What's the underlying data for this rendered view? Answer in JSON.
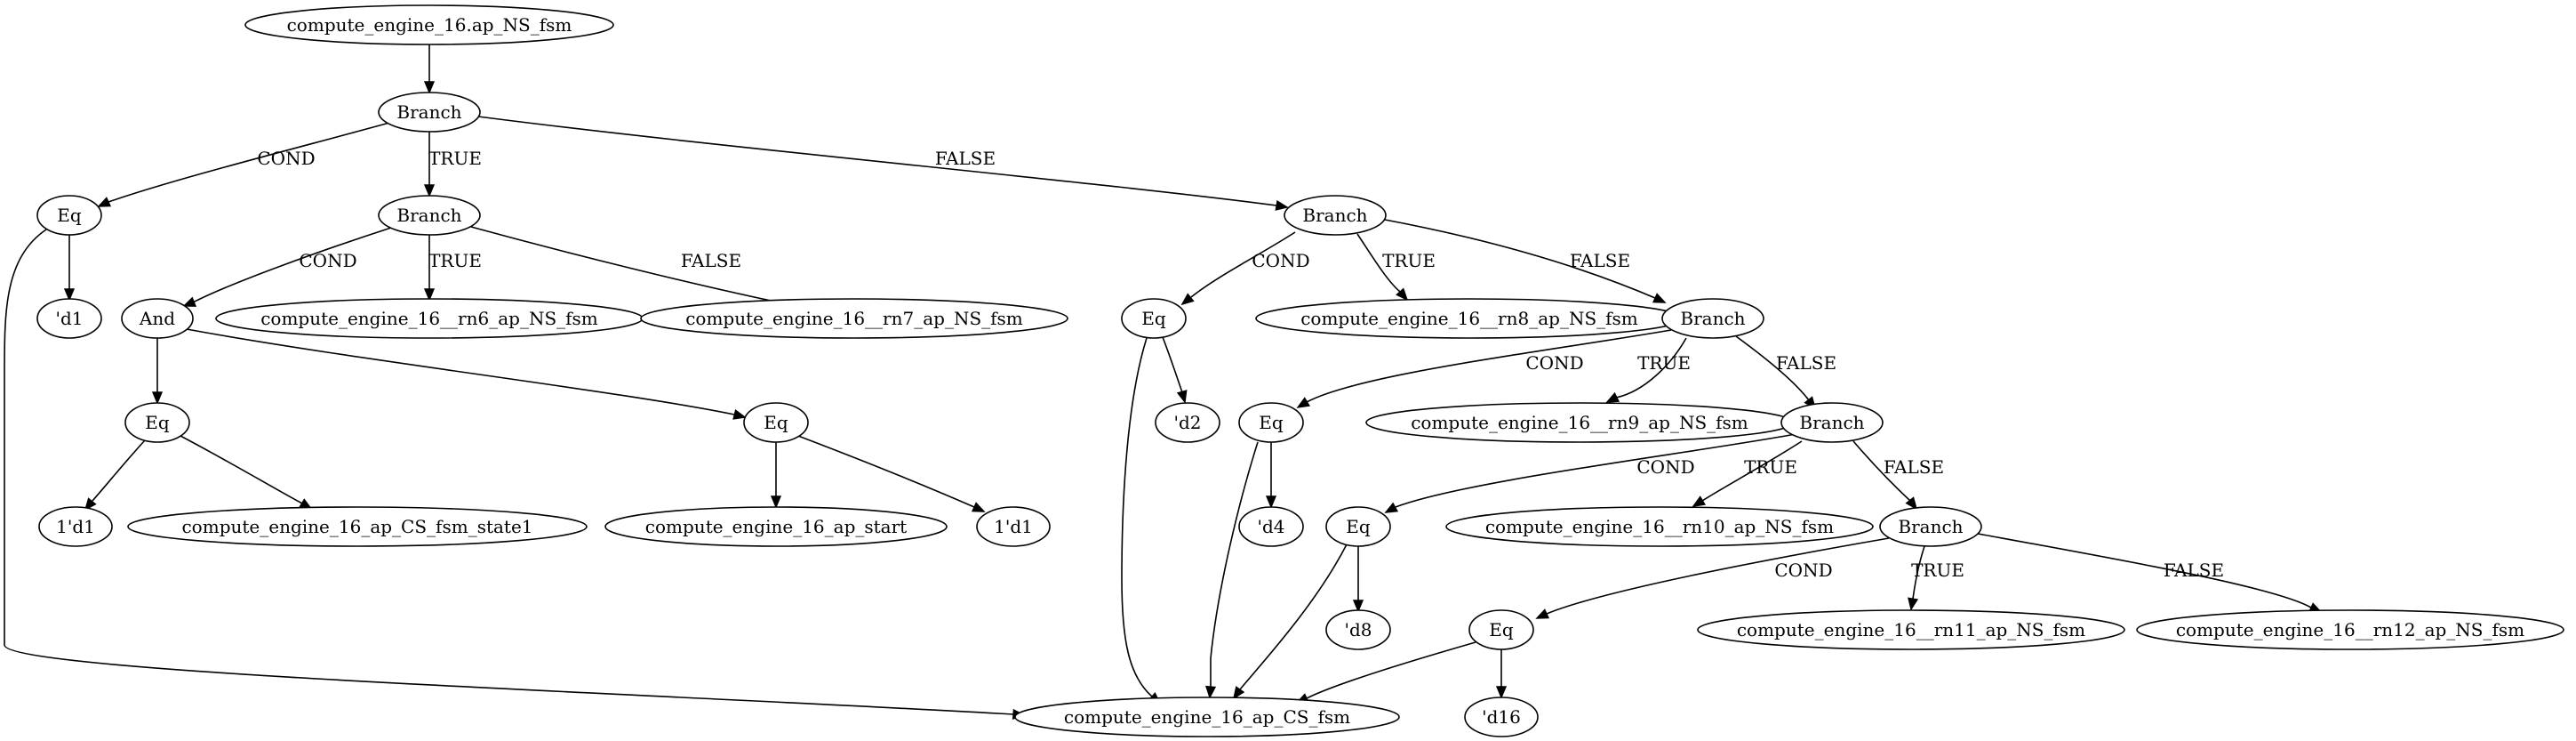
{
  "nodes": [
    {
      "id": "root",
      "label": "compute_engine_16.ap_NS_fsm"
    },
    {
      "id": "br1",
      "label": "Branch"
    },
    {
      "id": "eq1",
      "label": "Eq"
    },
    {
      "id": "br2",
      "label": "Branch"
    },
    {
      "id": "br3",
      "label": "Branch"
    },
    {
      "id": "d1",
      "label": "'d1"
    },
    {
      "id": "and1",
      "label": "And"
    },
    {
      "id": "rn6",
      "label": "compute_engine_16__rn6_ap_NS_fsm"
    },
    {
      "id": "rn7",
      "label": "compute_engine_16__rn7_ap_NS_fsm"
    },
    {
      "id": "eq2",
      "label": "Eq"
    },
    {
      "id": "rn8",
      "label": "compute_engine_16__rn8_ap_NS_fsm"
    },
    {
      "id": "br4",
      "label": "Branch"
    },
    {
      "id": "eq3",
      "label": "Eq"
    },
    {
      "id": "eq4",
      "label": "Eq"
    },
    {
      "id": "d2",
      "label": "'d2"
    },
    {
      "id": "eq5",
      "label": "Eq"
    },
    {
      "id": "rn9",
      "label": "compute_engine_16__rn9_ap_NS_fsm"
    },
    {
      "id": "br5",
      "label": "Branch"
    },
    {
      "id": "one_d1_a",
      "label": "1'd1"
    },
    {
      "id": "cs_state1",
      "label": "compute_engine_16_ap_CS_fsm_state1"
    },
    {
      "id": "ap_start",
      "label": "compute_engine_16_ap_start"
    },
    {
      "id": "one_d1_b",
      "label": "1'd1"
    },
    {
      "id": "d4",
      "label": "'d4"
    },
    {
      "id": "eq6",
      "label": "Eq"
    },
    {
      "id": "rn10",
      "label": "compute_engine_16__rn10_ap_NS_fsm"
    },
    {
      "id": "br6",
      "label": "Branch"
    },
    {
      "id": "d8",
      "label": "'d8"
    },
    {
      "id": "eq7",
      "label": "Eq"
    },
    {
      "id": "rn11",
      "label": "compute_engine_16__rn11_ap_NS_fsm"
    },
    {
      "id": "rn12",
      "label": "compute_engine_16__rn12_ap_NS_fsm"
    },
    {
      "id": "d16",
      "label": "'d16"
    },
    {
      "id": "cs_fsm",
      "label": "compute_engine_16_ap_CS_fsm"
    }
  ],
  "edges": [
    {
      "from": "root",
      "to": "br1",
      "label": ""
    },
    {
      "from": "br1",
      "to": "eq1",
      "label": "COND"
    },
    {
      "from": "br1",
      "to": "br2",
      "label": "TRUE"
    },
    {
      "from": "br1",
      "to": "br3",
      "label": "FALSE"
    },
    {
      "from": "eq1",
      "to": "d1",
      "label": ""
    },
    {
      "from": "eq1",
      "to": "cs_fsm",
      "label": ""
    },
    {
      "from": "br2",
      "to": "and1",
      "label": "COND"
    },
    {
      "from": "br2",
      "to": "rn6",
      "label": "TRUE"
    },
    {
      "from": "br2",
      "to": "rn7",
      "label": "FALSE"
    },
    {
      "from": "and1",
      "to": "eq3",
      "label": ""
    },
    {
      "from": "and1",
      "to": "eq4",
      "label": ""
    },
    {
      "from": "eq3",
      "to": "one_d1_a",
      "label": ""
    },
    {
      "from": "eq3",
      "to": "cs_state1",
      "label": ""
    },
    {
      "from": "eq4",
      "to": "ap_start",
      "label": ""
    },
    {
      "from": "eq4",
      "to": "one_d1_b",
      "label": ""
    },
    {
      "from": "br3",
      "to": "eq2",
      "label": "COND"
    },
    {
      "from": "br3",
      "to": "rn8",
      "label": "TRUE"
    },
    {
      "from": "br3",
      "to": "br4",
      "label": "FALSE"
    },
    {
      "from": "eq2",
      "to": "d2",
      "label": ""
    },
    {
      "from": "eq2",
      "to": "cs_fsm",
      "label": ""
    },
    {
      "from": "br4",
      "to": "eq5",
      "label": "COND"
    },
    {
      "from": "br4",
      "to": "rn9",
      "label": "TRUE"
    },
    {
      "from": "br4",
      "to": "br5",
      "label": "FALSE"
    },
    {
      "from": "eq5",
      "to": "d4",
      "label": ""
    },
    {
      "from": "eq5",
      "to": "cs_fsm",
      "label": ""
    },
    {
      "from": "br5",
      "to": "eq6",
      "label": "COND"
    },
    {
      "from": "br5",
      "to": "rn10",
      "label": "TRUE"
    },
    {
      "from": "br5",
      "to": "br6",
      "label": "FALSE"
    },
    {
      "from": "eq6",
      "to": "d8",
      "label": ""
    },
    {
      "from": "eq6",
      "to": "cs_fsm",
      "label": ""
    },
    {
      "from": "br6",
      "to": "eq7",
      "label": "COND"
    },
    {
      "from": "br6",
      "to": "rn11",
      "label": "TRUE"
    },
    {
      "from": "br6",
      "to": "rn12",
      "label": "FALSE"
    },
    {
      "from": "eq7",
      "to": "d16",
      "label": ""
    },
    {
      "from": "eq7",
      "to": "cs_fsm",
      "label": ""
    }
  ]
}
